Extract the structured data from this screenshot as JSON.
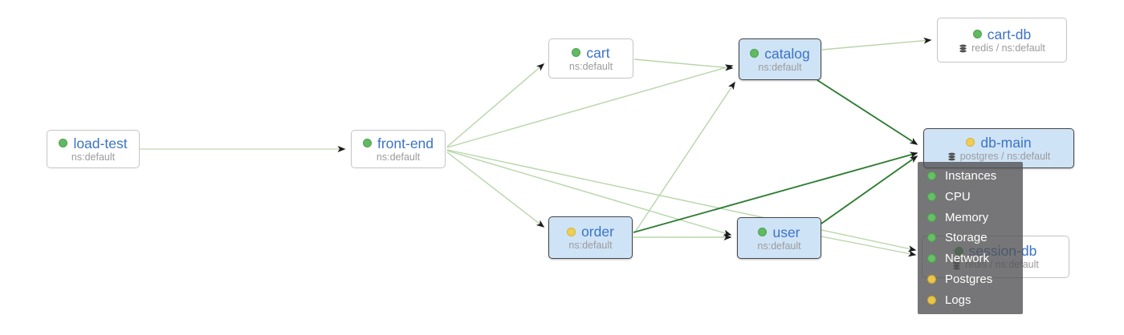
{
  "app": {
    "kind": "service-topology-graph"
  },
  "colors": {
    "edge_light": "#b6d5a8",
    "edge_dark": "#2e7d32",
    "arrow": "#1c1c1c",
    "node_fill": "#ffffff",
    "node_fill_highlight": "#cfe3f6",
    "node_border": "#c4c4c4",
    "node_border_highlight": "#454545",
    "node_name_text": "#3b73c8",
    "node_sub_text": "#9b9b9b",
    "status_green": "#61b961",
    "status_yellow": "#efcf52",
    "tooltip_bg": "rgba(80,80,82,0.78)",
    "tooltip_text": "#ffffff"
  },
  "nodes": [
    {
      "id": "load-test",
      "name": "load-test",
      "sub": "ns:default",
      "status": "green",
      "highlighted": false,
      "db": false
    },
    {
      "id": "front-end",
      "name": "front-end",
      "sub": "ns:default",
      "status": "green",
      "highlighted": false,
      "db": false
    },
    {
      "id": "cart",
      "name": "cart",
      "sub": "ns:default",
      "status": "green",
      "highlighted": false,
      "db": false
    },
    {
      "id": "catalog",
      "name": "catalog",
      "sub": "ns:default",
      "status": "green",
      "highlighted": true,
      "db": false
    },
    {
      "id": "cart-db",
      "name": "cart-db",
      "sub": "redis / ns:default",
      "status": "green",
      "highlighted": false,
      "db": true
    },
    {
      "id": "db-main",
      "name": "db-main",
      "sub": "postgres / ns:default",
      "status": "yellow",
      "highlighted": true,
      "db": true
    },
    {
      "id": "order",
      "name": "order",
      "sub": "ns:default",
      "status": "yellow",
      "highlighted": true,
      "db": false
    },
    {
      "id": "user",
      "name": "user",
      "sub": "ns:default",
      "status": "green",
      "highlighted": true,
      "db": false
    },
    {
      "id": "session-db",
      "name": "session-db",
      "sub": "redis / ns:default",
      "status": "green",
      "highlighted": false,
      "db": true
    }
  ],
  "edges": [
    {
      "from": "load-test",
      "to": "front-end",
      "level": "light"
    },
    {
      "from": "front-end",
      "to": "cart",
      "level": "light"
    },
    {
      "from": "front-end",
      "to": "catalog",
      "level": "light"
    },
    {
      "from": "front-end",
      "to": "order",
      "level": "light"
    },
    {
      "from": "front-end",
      "to": "user",
      "level": "light"
    },
    {
      "from": "front-end",
      "to": "session-db",
      "level": "light"
    },
    {
      "from": "cart",
      "to": "catalog",
      "level": "light"
    },
    {
      "from": "order",
      "to": "catalog",
      "level": "light"
    },
    {
      "from": "order",
      "to": "user",
      "level": "light"
    },
    {
      "from": "catalog",
      "to": "cart-db",
      "level": "light"
    },
    {
      "from": "catalog",
      "to": "db-main",
      "level": "dark"
    },
    {
      "from": "order",
      "to": "db-main",
      "level": "dark"
    },
    {
      "from": "user",
      "to": "db-main",
      "level": "dark"
    },
    {
      "from": "user",
      "to": "session-db",
      "level": "light"
    }
  ],
  "tooltip": {
    "target": "db-main",
    "items": [
      {
        "label": "Instances",
        "status": "green"
      },
      {
        "label": "CPU",
        "status": "green"
      },
      {
        "label": "Memory",
        "status": "green"
      },
      {
        "label": "Storage",
        "status": "green"
      },
      {
        "label": "Network",
        "status": "green"
      },
      {
        "label": "Postgres",
        "status": "yellow"
      },
      {
        "label": "Logs",
        "status": "yellow"
      }
    ]
  }
}
